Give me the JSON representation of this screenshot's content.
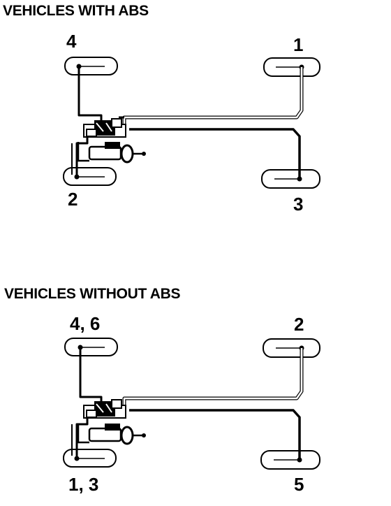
{
  "headings": {
    "with_abs": "VEHICLES WITH ABS",
    "without_abs": "VEHICLES WITHOUT ABS"
  },
  "with_abs": {
    "labels": {
      "front_left": "4",
      "front_right": "1",
      "rear_left": "2",
      "rear_right": "3"
    }
  },
  "without_abs": {
    "labels": {
      "front_left": "4, 6",
      "front_right": "2",
      "rear_left": "1, 3",
      "rear_right": "5"
    }
  },
  "colors": {
    "ink": "#000000",
    "paper": "#ffffff"
  }
}
